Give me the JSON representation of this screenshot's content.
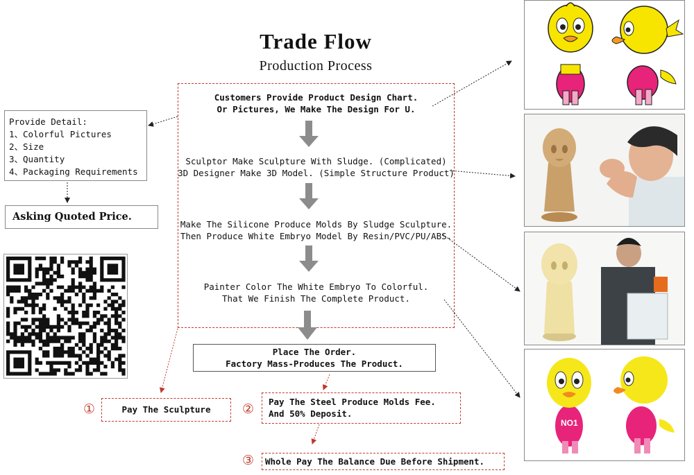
{
  "title": "Trade Flow",
  "subtitle": "Production Process",
  "flow_steps": [
    {
      "line1": "Customers Provide Product Design Chart.",
      "line2": "Or Pictures, We Make The Design For U."
    },
    {
      "line1": "Sculptor Make Sculpture With Sludge. (Complicated)",
      "line2": "3D Designer Make 3D Model. (Simple Structure Product)"
    },
    {
      "line1": "Make The Silicone Produce Molds By Sludge Sculpture.",
      "line2": "Then Produce White Embryo Model By Resin/PVC/PU/ABS."
    },
    {
      "line1": "Painter Color The White Embryo To Colorful.",
      "line2": "That We Finish The Complete Product."
    }
  ],
  "order": {
    "line1": "Place The Order.",
    "line2": "Factory Mass-Produces The Product."
  },
  "detail": {
    "heading": "Provide Detail:",
    "items": [
      "1、Colorful Pictures",
      "2、Size",
      "3、Quantity",
      "4、Packaging Requirements"
    ]
  },
  "quote": "Asking Quoted Price.",
  "payments": [
    {
      "marker": "①",
      "line1": "Pay The Sculpture",
      "line2": ""
    },
    {
      "marker": "②",
      "line1": "Pay The Steel Produce Molds Fee.",
      "line2": "And 50% Deposit."
    },
    {
      "marker": "③",
      "line1": "Whole Pay The Balance Due Before Shipment.",
      "line2": ""
    }
  ],
  "noi_badge": "NO1",
  "colors": {
    "accent_red": "#c0392b",
    "arrow_gray": "#8c8c8c",
    "duck_yellow": "#f7e500",
    "duck_pink": "#e8237a"
  }
}
